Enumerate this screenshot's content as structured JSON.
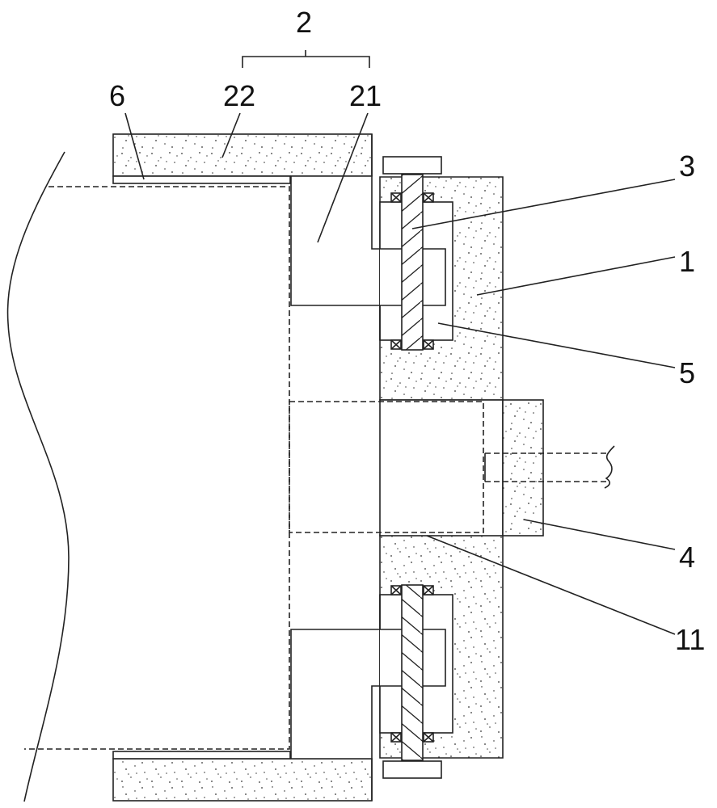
{
  "drawing": {
    "labels": {
      "assembly": "2",
      "sleeve": "22",
      "block": "21",
      "liner": "6",
      "shaft": "3",
      "housing": "1",
      "cavity": "5",
      "motor": "4",
      "channel": "11"
    },
    "colors": {
      "line": "#222222",
      "background": "#ffffff"
    }
  }
}
